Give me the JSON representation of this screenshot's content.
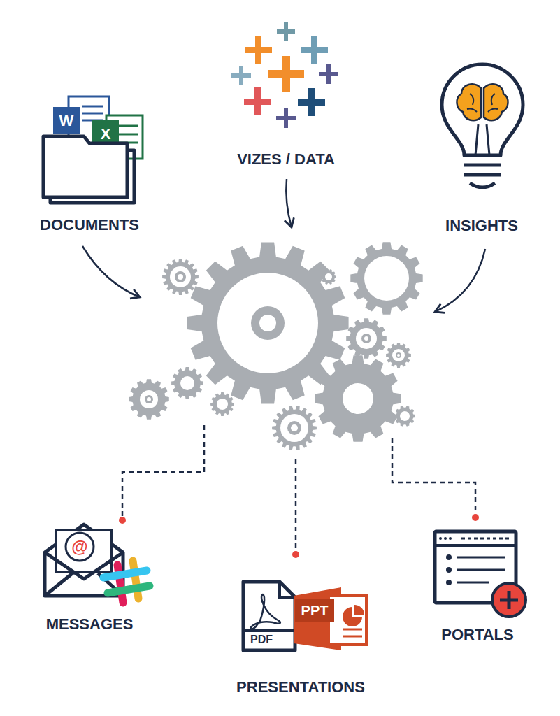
{
  "diagram": {
    "labels": [
      "DOCUMENTS",
      "VIZES / DATA",
      "INSIGHTS",
      "MESSAGES",
      "PRESENTATIONS",
      "PORTALS",
      "W",
      "X",
      "@",
      "PDF",
      "PPT"
    ]
  }
}
